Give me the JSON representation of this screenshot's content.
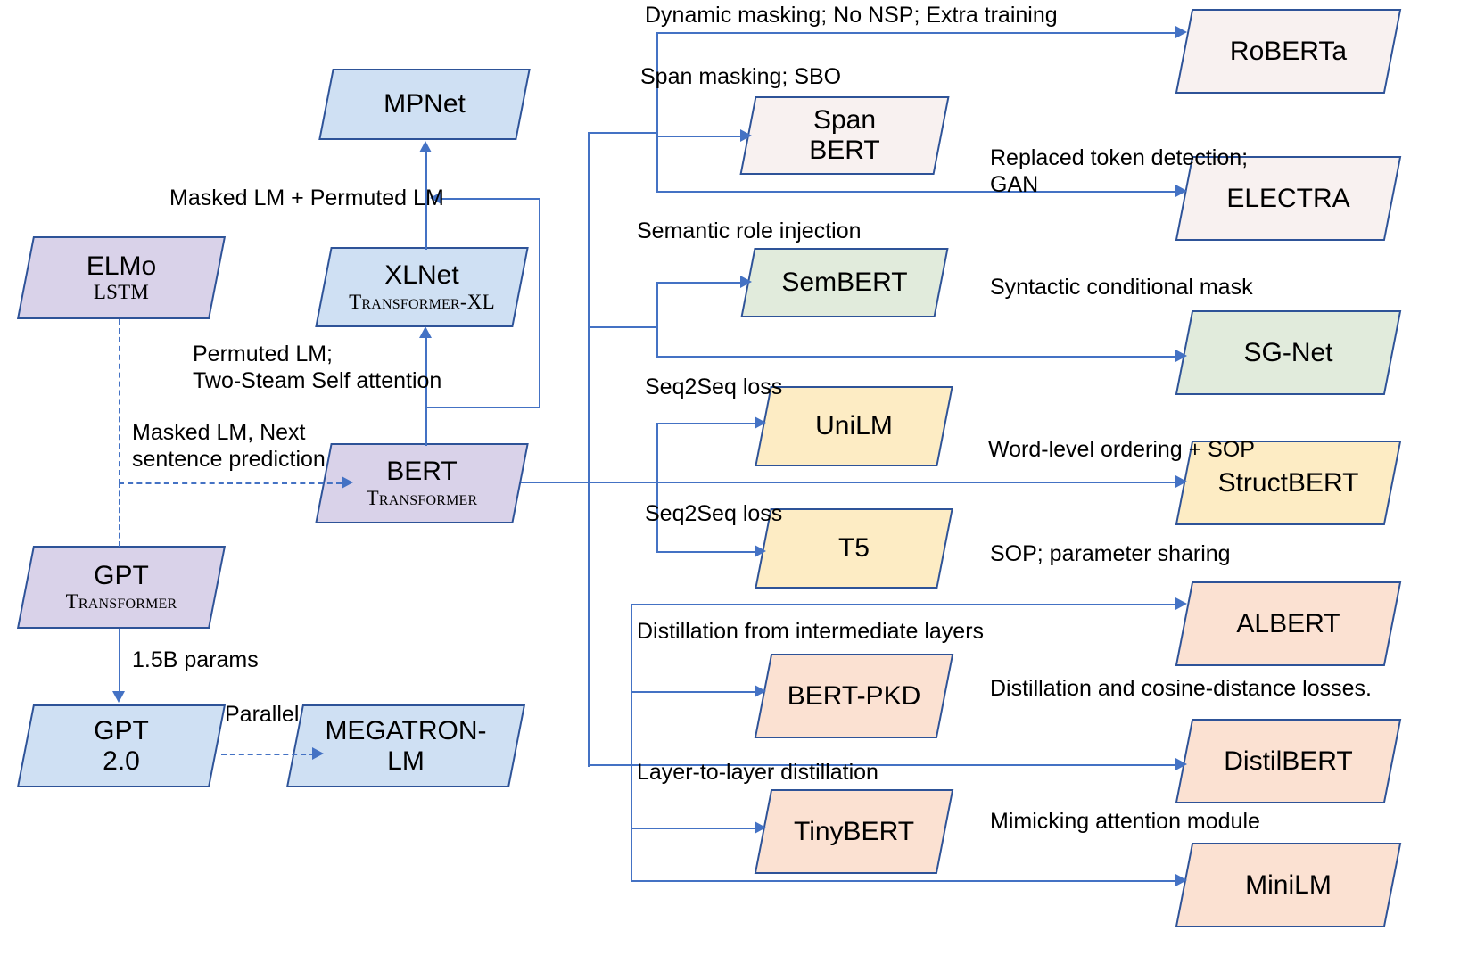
{
  "diagram": {
    "title": "Pre-trained language model evolution map",
    "palette": {
      "edge": "#4472C4",
      "node_border": "#2E5398",
      "blue": "#CFE0F3",
      "purple": "#D9D2E9",
      "pink_white": "#F8F1F0",
      "green": "#E1EBDC",
      "yellow": "#FDECC4",
      "peach": "#FBE1D2"
    }
  },
  "nodes": {
    "elmo": {
      "name": "ELMo",
      "sub": "LSTM",
      "color": "purple"
    },
    "gpt": {
      "name": "GPT",
      "sub": "Transformer",
      "color": "purple"
    },
    "gpt2": {
      "name": "GPT\n2.0",
      "line1": "GPT",
      "line2": "2.0",
      "sub": "",
      "color": "blue"
    },
    "megatron": {
      "line1": "MEGATRON-",
      "line2": "LM",
      "sub": "",
      "color": "blue"
    },
    "bert": {
      "name": "BERT",
      "sub": "Transformer",
      "color": "purple"
    },
    "xlnet": {
      "name": "XLNet",
      "sub": "Transformer-XL",
      "color": "blue"
    },
    "mpnet": {
      "name": "MPNet",
      "sub": "",
      "color": "blue"
    },
    "spanbert": {
      "line1": "Span",
      "line2": "BERT",
      "sub": "",
      "color": "pink_white"
    },
    "roberta": {
      "name": "RoBERTa",
      "sub": "",
      "color": "pink_white"
    },
    "electra": {
      "name": "ELECTRA",
      "sub": "",
      "color": "pink_white"
    },
    "sembert": {
      "name": "SemBERT",
      "sub": "",
      "color": "green"
    },
    "sgnet": {
      "name": "SG-Net",
      "sub": "",
      "color": "green"
    },
    "unilm": {
      "name": "UniLM",
      "sub": "",
      "color": "yellow"
    },
    "t5": {
      "name": "T5",
      "sub": "",
      "color": "yellow"
    },
    "structbert": {
      "name": "StructBERT",
      "sub": "",
      "color": "yellow"
    },
    "albert": {
      "name": "ALBERT",
      "sub": "",
      "color": "peach"
    },
    "bertpkd": {
      "name": "BERT-PKD",
      "sub": "",
      "color": "peach"
    },
    "distilbert": {
      "name": "DistilBERT",
      "sub": "",
      "color": "peach"
    },
    "tinybert": {
      "name": "TinyBERT",
      "sub": "",
      "color": "peach"
    },
    "minilm": {
      "name": "MiniLM",
      "sub": "",
      "color": "peach"
    }
  },
  "edge_labels": {
    "elmo_to_bert": "Masked LM, Next\nsentence prediction",
    "bert_to_xlnet": "Permuted LM;\nTwo-Steam Self attention",
    "xlnet_to_mpnet": "Masked LM  + Permuted LM",
    "gpt_to_gpt2": "1.5B params",
    "gpt2_to_megatron": "Parallel",
    "bert_to_roberta": "Dynamic masking; No NSP; Extra training",
    "bert_to_spanbert": "Span masking; SBO",
    "bert_to_electra": "Replaced token detection;\nGAN",
    "bert_to_sembert": "Semantic role injection",
    "bert_to_sgnet": "Syntactic conditional mask",
    "bert_to_unilm": "Seq2Seq loss",
    "bert_to_t5": "Seq2Seq loss",
    "bert_to_structbert": "Word-level ordering + SOP",
    "bert_to_albert": "SOP; parameter sharing",
    "bert_to_bertpkd": "Distillation from intermediate layers",
    "bert_to_distilbert": "Distillation and cosine-distance losses.",
    "bert_to_tinybert": "Layer-to-layer  distillation",
    "bert_to_minilm": "Mimicking attention  module"
  }
}
